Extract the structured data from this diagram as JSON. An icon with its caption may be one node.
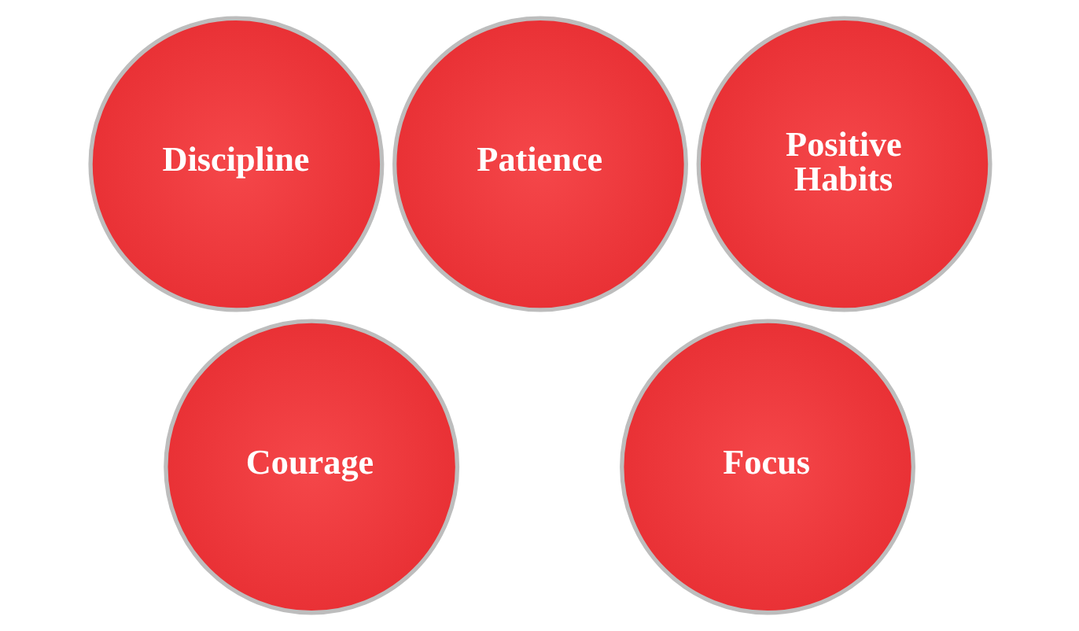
{
  "diagram": {
    "nodes": [
      {
        "text": [
          "Discipline"
        ]
      },
      {
        "text": [
          "Patience"
        ]
      },
      {
        "text": [
          "Positive Habits"
        ]
      },
      {
        "text": [
          "Courage"
        ]
      },
      {
        "text": [
          "Focus"
        ]
      }
    ]
  }
}
